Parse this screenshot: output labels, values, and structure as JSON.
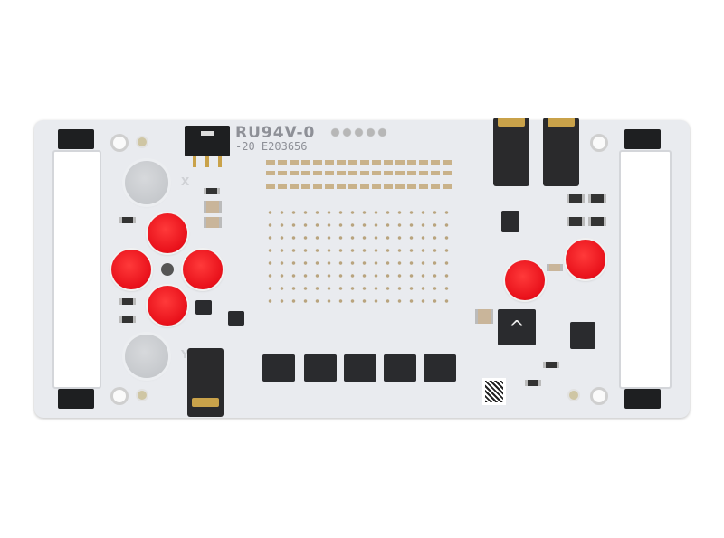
{
  "board": {
    "silkscreen_logo": "RU94V-0",
    "silkscreen_rating": "-20",
    "silkscreen_file": "E203656",
    "label_x": "X",
    "label_y": "Y",
    "chip_marking": "^"
  },
  "colors": {
    "pcb": "#e9ebef",
    "button_red": "#e8101a",
    "button_grey": "#c4c7cb"
  }
}
